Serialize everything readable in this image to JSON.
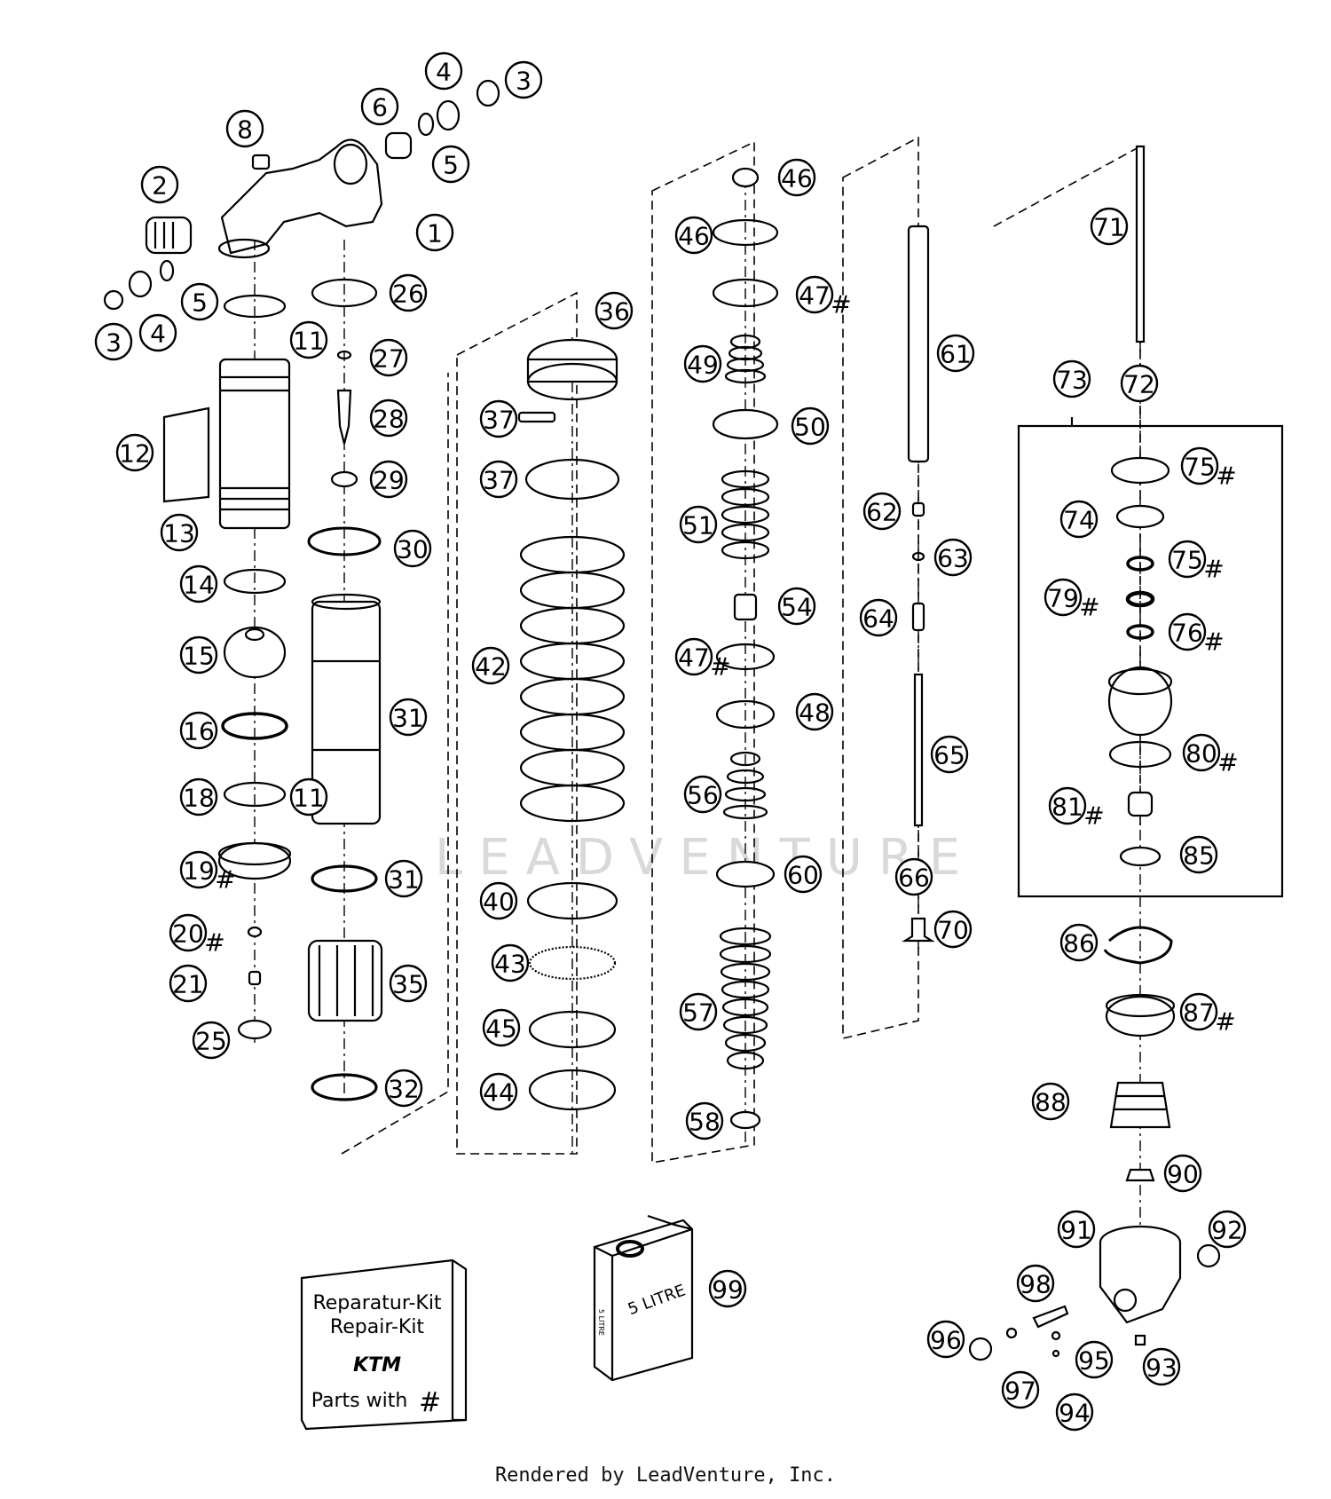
{
  "footer": "Rendered by LeadVenture, Inc.",
  "watermark": "LEADVENTURE",
  "kit_box": {
    "line1": "Reparatur-Kit",
    "line2": "Repair-Kit",
    "brand": "KTM",
    "line3": "Parts with",
    "symbol": "#"
  },
  "can_label": "5 LITRE",
  "can_side_label": "5 LITRE",
  "callouts": [
    {
      "n": "1"
    },
    {
      "n": "2"
    },
    {
      "n": "3"
    },
    {
      "n": "3"
    },
    {
      "n": "4"
    },
    {
      "n": "4"
    },
    {
      "n": "5"
    },
    {
      "n": "5"
    },
    {
      "n": "6"
    },
    {
      "n": "8"
    },
    {
      "n": "11"
    },
    {
      "n": "11"
    },
    {
      "n": "12"
    },
    {
      "n": "13"
    },
    {
      "n": "14"
    },
    {
      "n": "15"
    },
    {
      "n": "16"
    },
    {
      "n": "18"
    },
    {
      "n": "19",
      "hash": true
    },
    {
      "n": "20",
      "hash": true
    },
    {
      "n": "21"
    },
    {
      "n": "25"
    },
    {
      "n": "26"
    },
    {
      "n": "27"
    },
    {
      "n": "28"
    },
    {
      "n": "29"
    },
    {
      "n": "30"
    },
    {
      "n": "31"
    },
    {
      "n": "31"
    },
    {
      "n": "32"
    },
    {
      "n": "35"
    },
    {
      "n": "36"
    },
    {
      "n": "37"
    },
    {
      "n": "37"
    },
    {
      "n": "40"
    },
    {
      "n": "42"
    },
    {
      "n": "43"
    },
    {
      "n": "44"
    },
    {
      "n": "45"
    },
    {
      "n": "46"
    },
    {
      "n": "46"
    },
    {
      "n": "47",
      "hash": true
    },
    {
      "n": "47",
      "hash": true
    },
    {
      "n": "48"
    },
    {
      "n": "49"
    },
    {
      "n": "50"
    },
    {
      "n": "51"
    },
    {
      "n": "54"
    },
    {
      "n": "56"
    },
    {
      "n": "57"
    },
    {
      "n": "58"
    },
    {
      "n": "60"
    },
    {
      "n": "61"
    },
    {
      "n": "62"
    },
    {
      "n": "63"
    },
    {
      "n": "64"
    },
    {
      "n": "65"
    },
    {
      "n": "66"
    },
    {
      "n": "70"
    },
    {
      "n": "71"
    },
    {
      "n": "72"
    },
    {
      "n": "73"
    },
    {
      "n": "74"
    },
    {
      "n": "75",
      "hash": true
    },
    {
      "n": "75",
      "hash": true
    },
    {
      "n": "76",
      "hash": true
    },
    {
      "n": "79",
      "hash": true
    },
    {
      "n": "80",
      "hash": true
    },
    {
      "n": "81",
      "hash": true
    },
    {
      "n": "85"
    },
    {
      "n": "86"
    },
    {
      "n": "87",
      "hash": true
    },
    {
      "n": "88"
    },
    {
      "n": "90"
    },
    {
      "n": "91"
    },
    {
      "n": "92"
    },
    {
      "n": "93"
    },
    {
      "n": "94"
    },
    {
      "n": "95"
    },
    {
      "n": "96"
    },
    {
      "n": "97"
    },
    {
      "n": "98"
    },
    {
      "n": "99"
    }
  ]
}
